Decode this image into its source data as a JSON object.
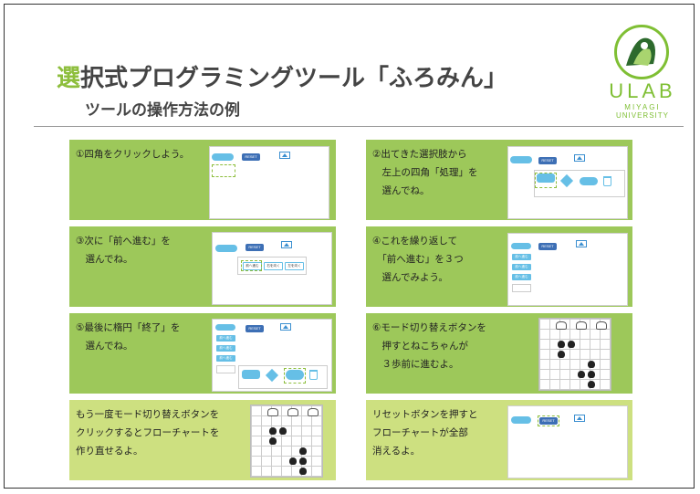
{
  "header": {
    "title_accent": "選",
    "title_rest": "択式プログラミングツール「ふろみん」",
    "subtitle": "ツールの操作方法の例"
  },
  "logo": {
    "ulab": "ULAB",
    "miyagi": "MIYAGI",
    "university": "UNIVERSITY"
  },
  "colors": {
    "accent": "#8dbe3c",
    "panel_dark": "#9dc85a",
    "panel_light": "#cde080",
    "block_blue": "#66bfe6",
    "reset_blue": "#3d6fb5"
  },
  "ui": {
    "reset_label": "RESET",
    "move_forward": "前へ進む",
    "turn_right": "右を向く",
    "turn_left": "左を向く"
  },
  "panels": [
    {
      "text": "①四角をクリックしよう。"
    },
    {
      "text": "②出てきた選択肢から\n　左上の四角「処理」を\n　選んでね。"
    },
    {
      "text": "③次に「前へ進む」を\n　選んでね。"
    },
    {
      "text": "④これを繰り返して\n　「前へ進む」を３つ\n　選んでみよう。"
    },
    {
      "text": "⑤最後に楕円「終了」を\n　選んでね。"
    },
    {
      "text": "⑥モード切り替えボタンを\n　押すとねこちゃんが\n　３歩前に進むよ。"
    },
    {
      "text": "もう一度モード切り替えボタンを\nクリックするとフローチャートを\n作り直せるよ。"
    },
    {
      "text": "リセットボタンを押すと\nフローチャートが全部\n消えるよ。"
    }
  ]
}
